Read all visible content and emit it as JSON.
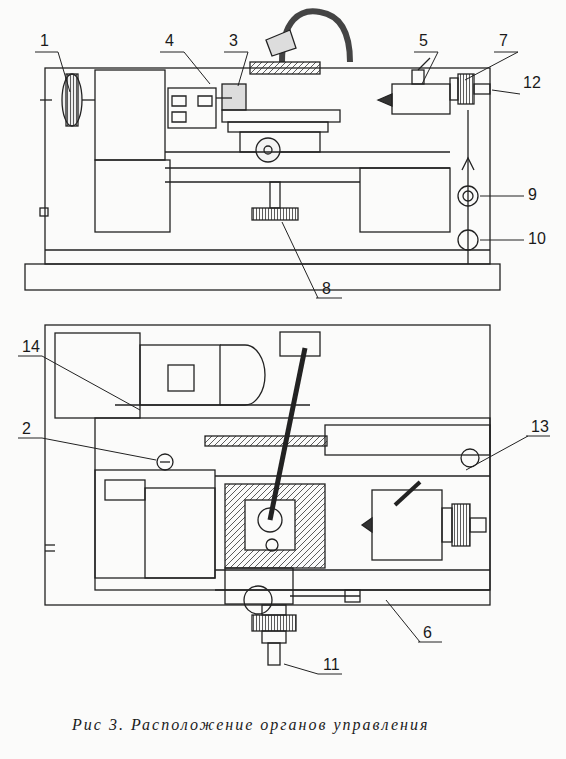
{
  "diagram": {
    "caption": "Рис 3. Расположение органов управления",
    "labels": [
      "1",
      "4",
      "3",
      "5",
      "7",
      "12",
      "9",
      "10",
      "8",
      "14",
      "2",
      "13",
      "6",
      "11"
    ]
  }
}
